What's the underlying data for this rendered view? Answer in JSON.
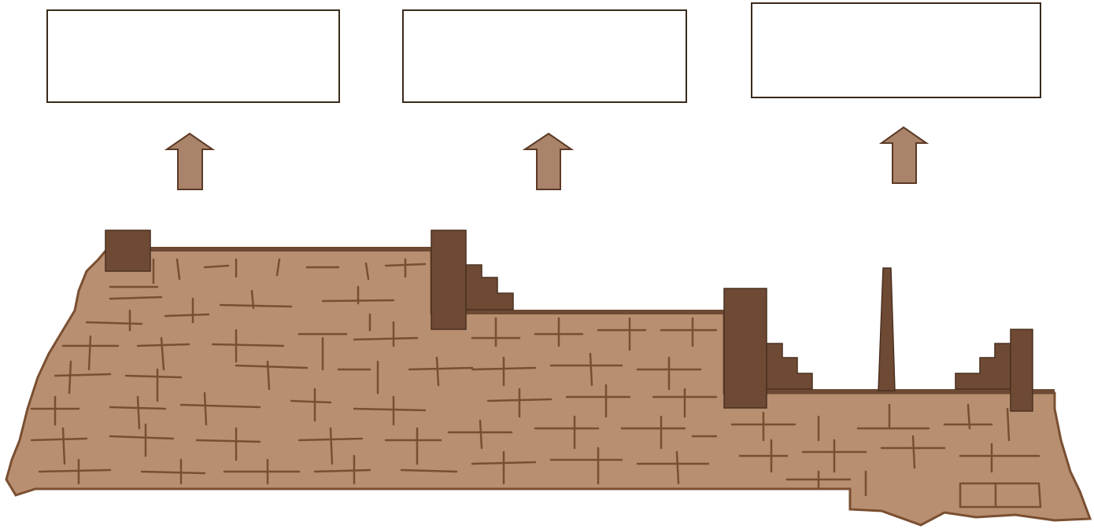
{
  "label_boxes": [
    {
      "id": "label-box-1",
      "text": ""
    },
    {
      "id": "label-box-2",
      "text": ""
    },
    {
      "id": "label-box-3",
      "text": ""
    }
  ],
  "colors": {
    "ground_fill": "#b88f71",
    "crack_stroke": "#7a4f31",
    "structure_fill": "#6e4a34",
    "arrow_fill": "#a9836a",
    "arrow_stroke": "#5b3a26",
    "box_border": "#3a2a1c"
  },
  "icons": [
    "up-arrow-icon",
    "up-arrow-icon",
    "up-arrow-icon"
  ]
}
